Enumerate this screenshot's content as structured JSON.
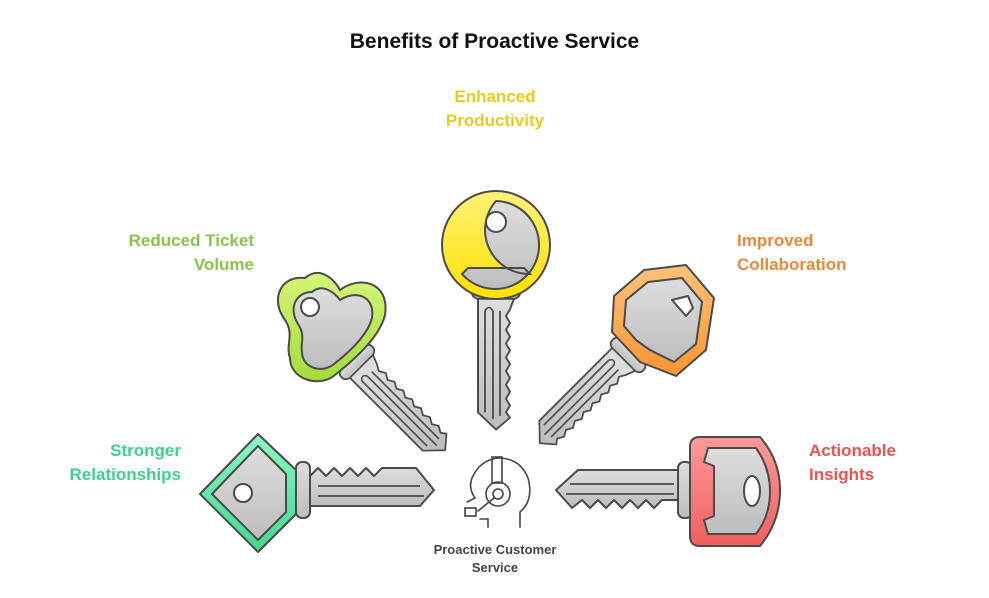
{
  "title": "Benefits of Proactive Service",
  "center": {
    "icon": "headset-support-agent-icon",
    "label_line1": "Proactive Customer",
    "label_line2": "Service"
  },
  "benefits": [
    {
      "id": "stronger-relationships",
      "line1": "Stronger",
      "line2": "Relationships",
      "color": "#3ecf8e",
      "bow_color": "#5fe3a1",
      "shape": "diamond"
    },
    {
      "id": "reduced-ticket-volume",
      "line1": "Reduced Ticket",
      "line2": "Volume",
      "color": "#8bc34a",
      "bow_color": "#b5e655",
      "shape": "cloverleaf"
    },
    {
      "id": "enhanced-productivity",
      "line1": "Enhanced",
      "line2": "Productivity",
      "color": "#e6cc1a",
      "bow_color": "#ffe11f",
      "shape": "round"
    },
    {
      "id": "improved-collaboration",
      "line1": "Improved",
      "line2": "Collaboration",
      "color": "#e8873a",
      "bow_color": "#f9a24a",
      "shape": "hexagon"
    },
    {
      "id": "actionable-insights",
      "line1": "Actionable",
      "line2": "Insights",
      "color": "#e8524f",
      "bow_color": "#f47474",
      "shape": "rounded-rect"
    }
  ],
  "colors": {
    "key_metal": "#cfcfcf",
    "outline": "#4a4a4a",
    "text_dark": "#111111"
  }
}
